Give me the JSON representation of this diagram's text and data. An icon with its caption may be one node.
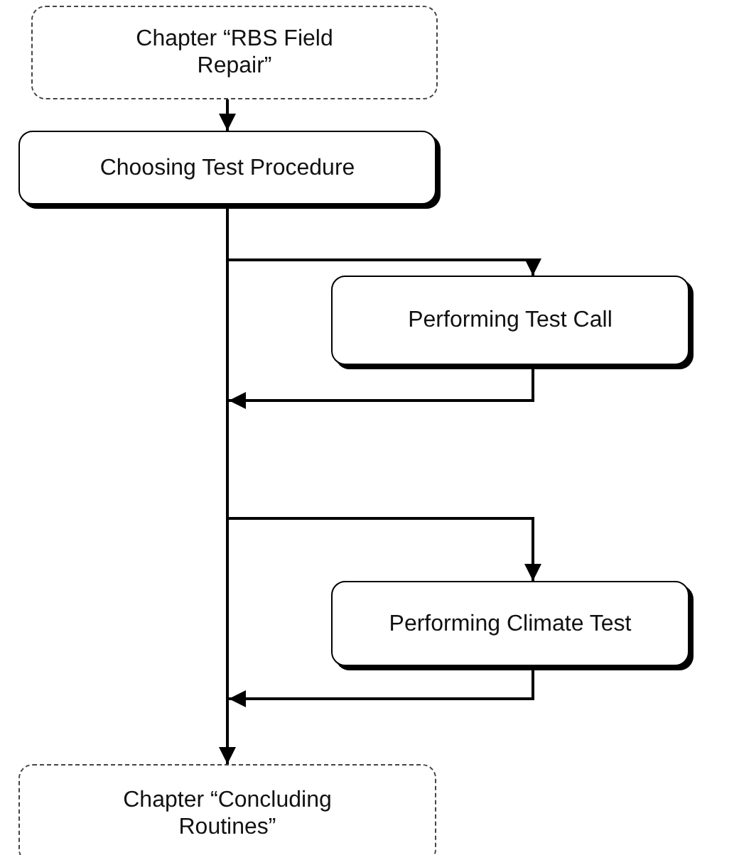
{
  "diagram": {
    "nodes": [
      {
        "text": [
          "Chapter “RBS Field Repair”"
        ]
      },
      {
        "text": [
          "Choosing Test Procedure"
        ]
      },
      {
        "text": [
          "Performing Test Call"
        ]
      },
      {
        "text": [
          "Performing Climate Test"
        ]
      },
      {
        "text": [
          "Chapter “Concluding Routines”"
        ]
      }
    ],
    "edges": [
      {
        "from": 0,
        "to": 1,
        "arrow": "to"
      },
      {
        "from": 1,
        "to": 2,
        "arrow": "to"
      },
      {
        "from": 2,
        "to": null,
        "arrow": "to"
      },
      {
        "from": 1,
        "to": 3,
        "arrow": "to"
      },
      {
        "from": 3,
        "to": null,
        "arrow": "to"
      },
      {
        "from": 1,
        "to": 4,
        "arrow": "to"
      }
    ]
  }
}
